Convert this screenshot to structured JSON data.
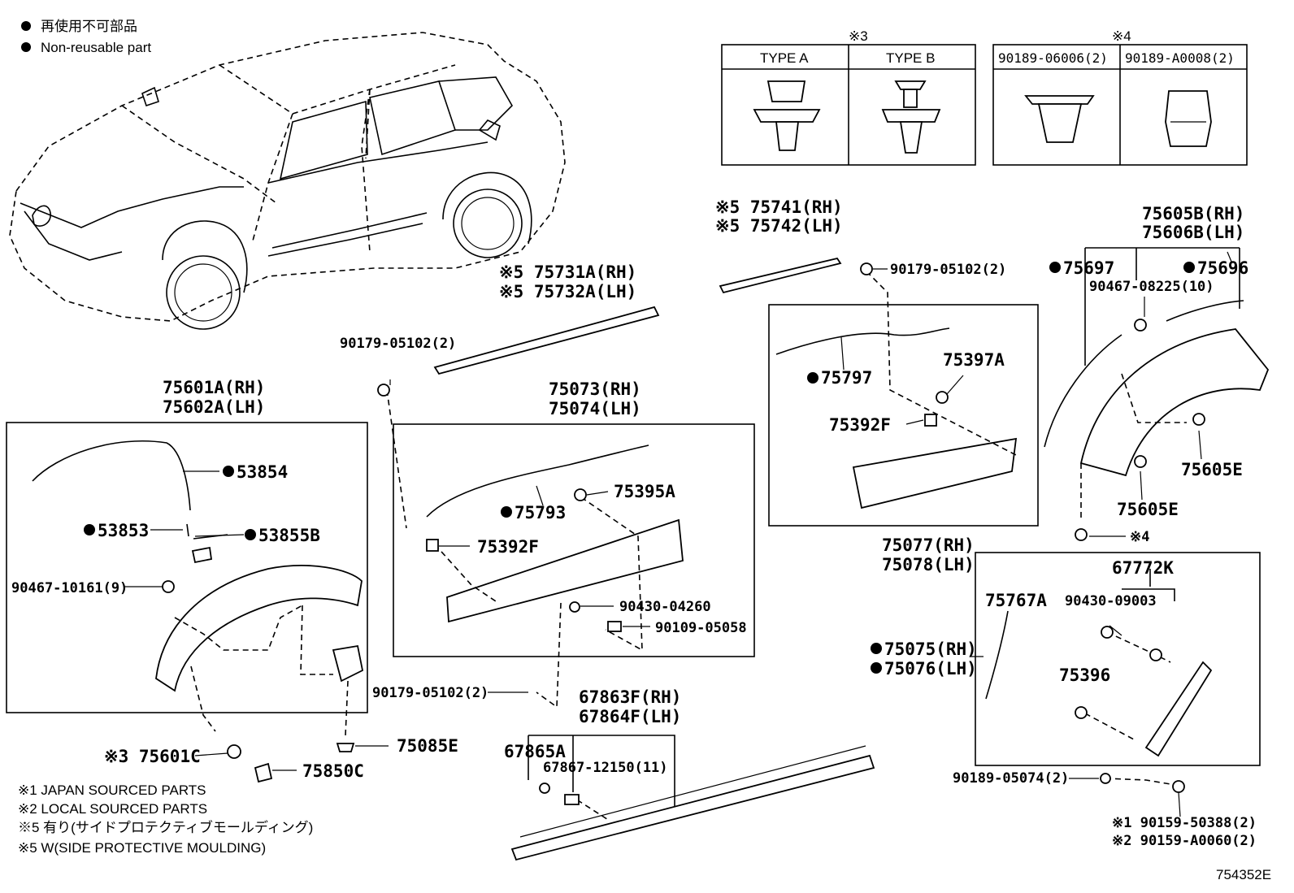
{
  "legend": {
    "line1": "再使用不可部品",
    "line2": "Non-reusable part"
  },
  "clip_tables": {
    "t3": {
      "mark": "※3",
      "col_a": "TYPE A",
      "col_b": "TYPE B"
    },
    "t4": {
      "mark": "※4",
      "col_a": "90189-06006(2)",
      "col_b": "90189-A0008(2)"
    }
  },
  "labels": {
    "p75741": "※5 75741(RH)",
    "p75742": "※5 75742(LH)",
    "p75731A": "※5 75731A(RH)",
    "p75732A": "※5 75732A(LH)",
    "p75605B": "75605B(RH)",
    "p75606B": "75606B(LH)",
    "p90179_a": "90179-05102(2)",
    "p90179_b": "90179-05102(2)",
    "p90179_c": "90179-05102(2)",
    "p75697": "75697",
    "p75696": "75696",
    "p90467_08225": "90467-08225(10)",
    "p75797": "75797",
    "p75397A": "75397A",
    "p75392F_a": "75392F",
    "p75392F_b": "75392F",
    "p75601A": "75601A(RH)",
    "p75602A": "75602A(LH)",
    "p75073": "75073(RH)",
    "p75074": "75074(LH)",
    "p53854": "53854",
    "p53853": "53853",
    "p53855B": "53855B",
    "p75793": "75793",
    "p75395A": "75395A",
    "p90467_10161": "90467-10161(9)",
    "p90430_04260": "90430-04260",
    "p90109_05058": "90109-05058",
    "p75077": "75077(RH)",
    "p75078": "75078(LH)",
    "p75605E_a": "75605E",
    "p75605E_b": "75605E",
    "p_mark4": "※4",
    "p67772K": "67772K",
    "p90430_09003": "90430-09003",
    "p75767A": "75767A",
    "p75075": "75075(RH)",
    "p75076": "75076(LH)",
    "p75396": "75396",
    "p67863F": "67863F(RH)",
    "p67864F": "67864F(LH)",
    "p67865A": "67865A",
    "p67867": "67867-12150(11)",
    "p75601C": "※3 75601C",
    "p75085E": "75085E",
    "p75850C": "75850C",
    "p90189_05074": "90189-05074(2)",
    "p90159_50388": "※1 90159-50388(2)",
    "p90159_A0060": "※2 90159-A0060(2)"
  },
  "footnotes": {
    "n1": "※1 JAPAN SOURCED PARTS",
    "n2": "※2 LOCAL SOURCED PARTS",
    "n3": "※5 有り(サイドプロテクティブモールディング)",
    "n4": "※5 W(SIDE PROTECTIVE MOULDING)"
  },
  "figure_id": "754352E"
}
